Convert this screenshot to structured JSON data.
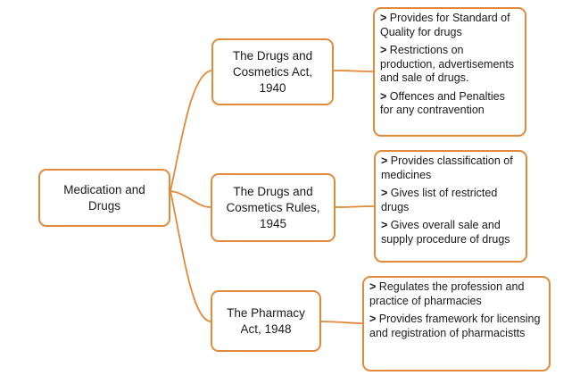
{
  "root": {
    "line1": "Medication and",
    "line2": "Drugs"
  },
  "branches": [
    {
      "line1": "The Drugs and",
      "line2": "Cosmetics Act,",
      "line3": "1940",
      "details": [
        "Provides for Standard of Quality for drugs",
        "Restrictions on production, advertisements and sale of drugs.",
        "Offences and Penalties for any contravention"
      ]
    },
    {
      "line1": "The Drugs and",
      "line2": "Cosmetics Rules,",
      "line3": "1945",
      "details": [
        "Provides classification of medicines",
        "Gives list of restricted drugs",
        "Gives overall sale  and supply procedure of drugs"
      ]
    },
    {
      "line1": "The Pharmacy",
      "line2": "Act, 1948",
      "details": [
        "Regulates the profession and practice of pharmacies",
        "Provides framework for licensing and registration of pharmacistts"
      ]
    }
  ],
  "bullet_marker": ">",
  "colors": {
    "border": "#e08a3c",
    "connector": "#e08a3c",
    "text": "#1a1a1a"
  }
}
